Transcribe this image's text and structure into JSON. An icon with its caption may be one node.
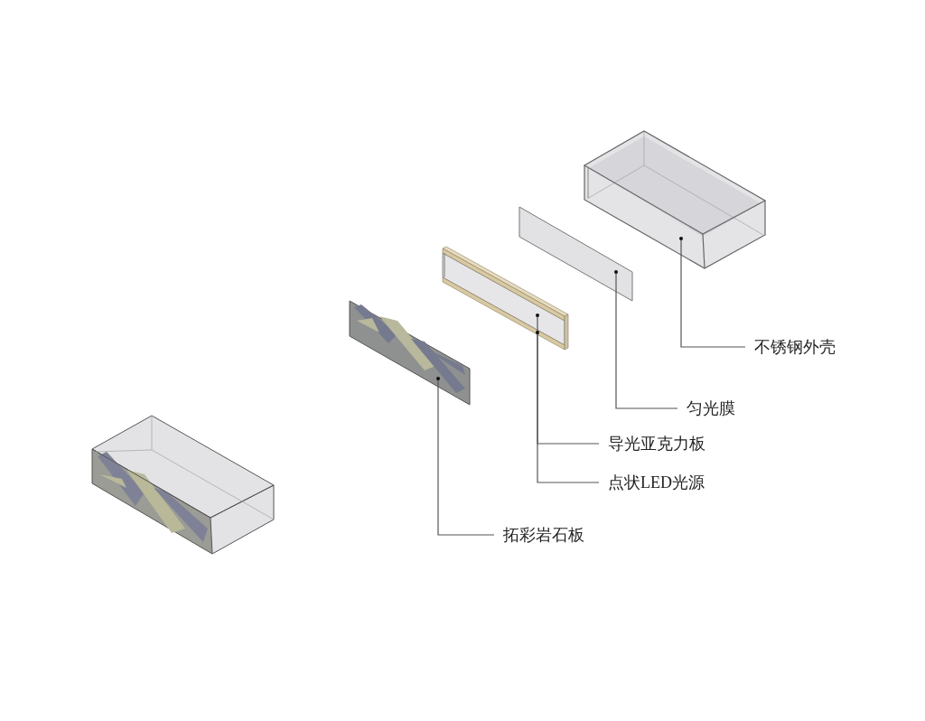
{
  "diagram": {
    "nodes": [
      {
        "text": [],
        "shape": "box"
      },
      {
        "text": [],
        "shape": "panel"
      },
      {
        "text": [],
        "shape": "panel"
      },
      {
        "text": [],
        "shape": "bar",
        "in": 2
      },
      {
        "text": [],
        "shape": "panel"
      },
      {
        "text": [
          "不锈钢外壳"
        ]
      },
      {
        "text": [
          "匀光膜"
        ]
      },
      {
        "text": [
          "导光亚克力板"
        ]
      },
      {
        "text": [
          "点状LED光源"
        ]
      },
      {
        "text": [
          "拓彩岩石板"
        ]
      }
    ],
    "edges": [
      {
        "from": 5,
        "to": 0,
        "arrow": "other"
      },
      {
        "from": 6,
        "to": 1,
        "arrow": "other"
      },
      {
        "from": 7,
        "to": 2,
        "arrow": "other"
      },
      {
        "from": 8,
        "to": 3,
        "arrow": "other"
      },
      {
        "from": 9,
        "to": 4,
        "arrow": "other"
      }
    ]
  }
}
